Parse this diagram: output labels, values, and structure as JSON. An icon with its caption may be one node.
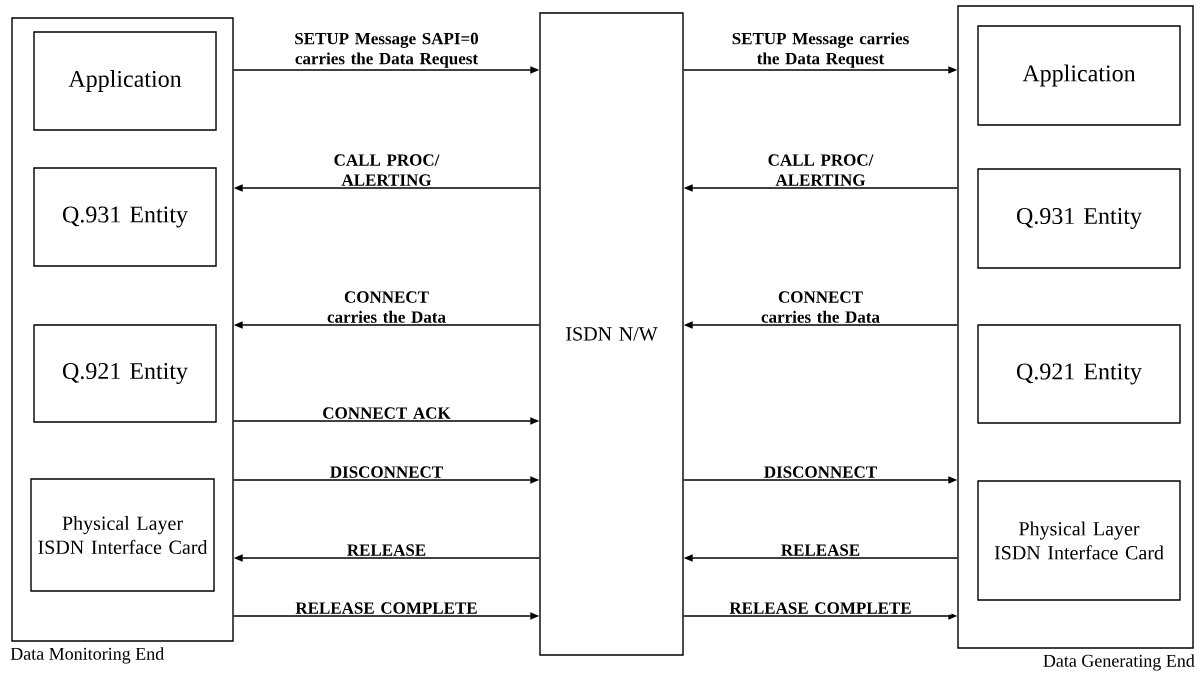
{
  "diagram": {
    "nodes": [
      {
        "text": [
          "Data Monitoring End"
        ]
      },
      {
        "text": [
          "Application"
        ],
        "in": 0
      },
      {
        "text": [
          "Q.931 Entity"
        ],
        "in": 0
      },
      {
        "text": [
          "Q.921 Entity"
        ],
        "in": 0
      },
      {
        "text": [
          "Physical Layer ISDN Interface Card"
        ],
        "in": 0
      },
      {
        "text": [
          "ISDN N/W"
        ]
      },
      {
        "text": [
          "Data Generating End"
        ]
      },
      {
        "text": [
          "Application"
        ],
        "in": 6
      },
      {
        "text": [
          "Q.931 Entity"
        ],
        "in": 6
      },
      {
        "text": [
          "Q.921 Entity"
        ],
        "in": 6
      },
      {
        "text": [
          "Physical Layer ISDN Interface Card"
        ],
        "in": 6
      }
    ],
    "edges": [
      {
        "from": 0,
        "to": 5,
        "arrow": "to",
        "label": "SETUP Message SAPI=0 carries the Data Request"
      },
      {
        "from": 5,
        "to": 0,
        "arrow": "to",
        "label": "CALL PROC/ ALERTING"
      },
      {
        "from": 5,
        "to": 0,
        "arrow": "to",
        "label": "CONNECT carries the Data"
      },
      {
        "from": 0,
        "to": 5,
        "arrow": "to",
        "label": "CONNECT ACK"
      },
      {
        "from": 0,
        "to": 5,
        "arrow": "to",
        "label": "DISCONNECT"
      },
      {
        "from": 5,
        "to": 0,
        "arrow": "to",
        "label": "RELEASE"
      },
      {
        "from": 0,
        "to": 5,
        "arrow": "to",
        "label": "RELEASE COMPLETE"
      },
      {
        "from": 5,
        "to": 6,
        "arrow": "to",
        "label": "SETUP Message carries the Data Request"
      },
      {
        "from": 6,
        "to": 5,
        "arrow": "to",
        "label": "CALL PROC/ ALERTING"
      },
      {
        "from": 6,
        "to": 5,
        "arrow": "to",
        "label": "CONNECT carries the Data"
      },
      {
        "from": 5,
        "to": 6,
        "arrow": "to",
        "label": "DISCONNECT"
      },
      {
        "from": 6,
        "to": 5,
        "arrow": "to",
        "label": "RELEASE"
      },
      {
        "from": 5,
        "to": 6,
        "arrow": "to",
        "label": "RELEASE COMPLETE"
      }
    ]
  }
}
